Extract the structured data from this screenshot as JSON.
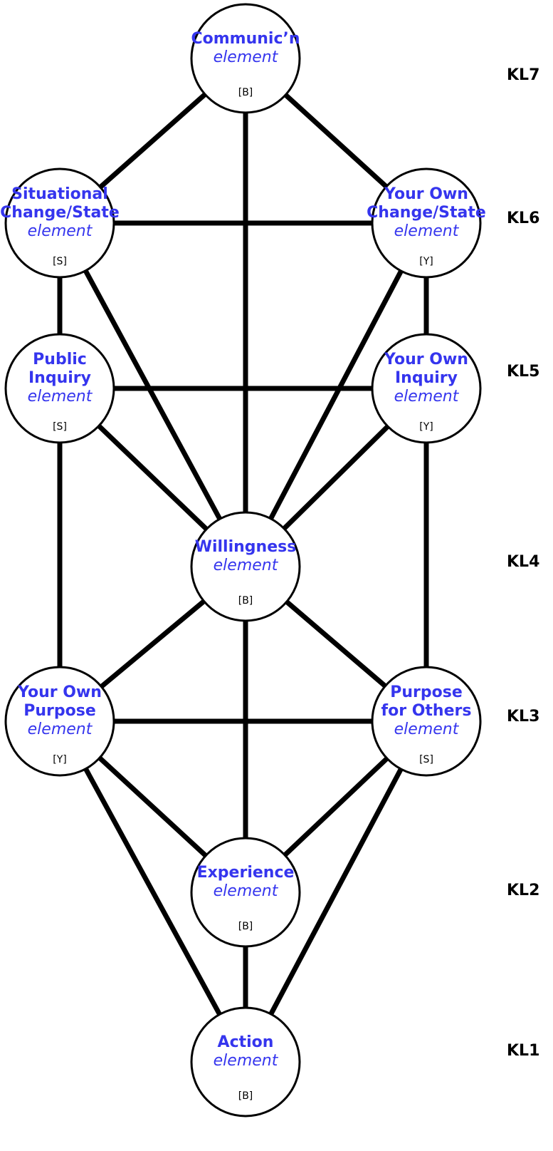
{
  "nodes": [
    {
      "id": "communication",
      "title": [
        "Communic’n"
      ],
      "subtitle": "element",
      "tag": "[B]"
    },
    {
      "id": "situational",
      "title": [
        "Situational",
        "Change/State"
      ],
      "subtitle": "element",
      "tag": "[S]"
    },
    {
      "id": "own-change",
      "title": [
        "Your Own",
        "Change/State"
      ],
      "subtitle": "element",
      "tag": "[Y]"
    },
    {
      "id": "public-inquiry",
      "title": [
        "Public",
        "Inquiry"
      ],
      "subtitle": "element",
      "tag": "[S]"
    },
    {
      "id": "own-inquiry",
      "title": [
        "Your Own",
        "Inquiry"
      ],
      "subtitle": "element",
      "tag": "[Y]"
    },
    {
      "id": "willingness",
      "title": [
        "Willingness"
      ],
      "subtitle": "element",
      "tag": "[B]"
    },
    {
      "id": "own-purpose",
      "title": [
        "Your Own",
        "Purpose"
      ],
      "subtitle": "element",
      "tag": "[Y]"
    },
    {
      "id": "purpose-others",
      "title": [
        "Purpose",
        "for Others"
      ],
      "subtitle": "element",
      "tag": "[S]"
    },
    {
      "id": "experience",
      "title": [
        "Experience"
      ],
      "subtitle": "element",
      "tag": "[B]"
    },
    {
      "id": "action",
      "title": [
        "Action"
      ],
      "subtitle": "element",
      "tag": "[B]"
    }
  ],
  "edges": [
    [
      "communication",
      "situational"
    ],
    [
      "communication",
      "own-change"
    ],
    [
      "communication",
      "willingness"
    ],
    [
      "situational",
      "own-change"
    ],
    [
      "situational",
      "public-inquiry"
    ],
    [
      "situational",
      "willingness"
    ],
    [
      "own-change",
      "own-inquiry"
    ],
    [
      "own-change",
      "willingness"
    ],
    [
      "public-inquiry",
      "own-inquiry"
    ],
    [
      "public-inquiry",
      "willingness"
    ],
    [
      "public-inquiry",
      "own-purpose"
    ],
    [
      "own-inquiry",
      "willingness"
    ],
    [
      "own-inquiry",
      "purpose-others"
    ],
    [
      "willingness",
      "own-purpose"
    ],
    [
      "willingness",
      "purpose-others"
    ],
    [
      "willingness",
      "experience"
    ],
    [
      "own-purpose",
      "purpose-others"
    ],
    [
      "own-purpose",
      "experience"
    ],
    [
      "own-purpose",
      "action"
    ],
    [
      "purpose-others",
      "experience"
    ],
    [
      "purpose-others",
      "action"
    ],
    [
      "experience",
      "action"
    ]
  ],
  "levels": [
    "KL7",
    "KL6",
    "KL5",
    "KL4",
    "KL3",
    "KL2",
    "KL1"
  ]
}
